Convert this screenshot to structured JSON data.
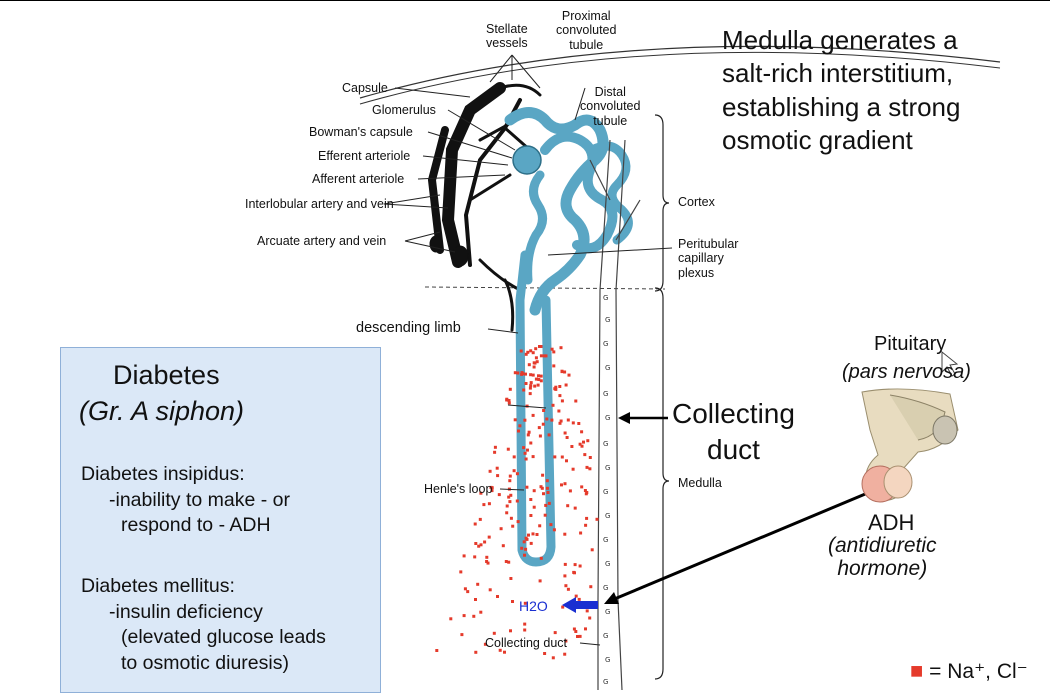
{
  "headline": [
    "Medulla generates a",
    "salt-rich interstitium,",
    "establishing a strong",
    "osmotic gradient"
  ],
  "labels": {
    "stellate": [
      "Stellate",
      "vessels"
    ],
    "proximal": [
      "Proximal",
      "convoluted",
      "tubule"
    ],
    "distal": [
      "Distal",
      "convoluted",
      "tubule"
    ],
    "capsule": "Capsule",
    "glomerulus": "Glomerulus",
    "bowmans": "Bowman's capsule",
    "efferent": "Efferent arteriole",
    "afferent": "Afferent arteriole",
    "interlobular": "Interlobular artery and vein",
    "arcuate": "Arcuate artery and vein",
    "cortex": "Cortex",
    "peritubular": [
      "Peritubular",
      "capillary",
      "plexus"
    ],
    "descending": "descending limb",
    "henle": "Henle's loop",
    "medulla": "Medulla",
    "collecting_small": "Collecting duct",
    "h2o": "H2O"
  },
  "collecting_duct": [
    "Collecting",
    "duct"
  ],
  "pituitary": {
    "title": "Pituitary",
    "subtitle": "(pars nervosa)",
    "hormone": "ADH",
    "hormone_full": [
      "(antidiuretic",
      "hormone)"
    ]
  },
  "info_box": {
    "title": "Diabetes",
    "subtitle": "(Gr. A siphon)",
    "insipidus": {
      "heading": "Diabetes insipidus:",
      "lines": [
        "-inability to make - or",
        "respond to - ADH"
      ]
    },
    "mellitus": {
      "heading": "Diabetes mellitus:",
      "lines": [
        "-insulin deficiency",
        "(elevated glucose leads",
        "to osmotic diuresis)"
      ]
    }
  },
  "legend": {
    "text": "= Na⁺, Cl⁻",
    "color": "#e53a2b"
  },
  "colors": {
    "tubule": "#5aa6c4",
    "salt": "#e53a2b",
    "water_arrow": "#1a2fd1",
    "box_bg": "#dbe8f7"
  }
}
